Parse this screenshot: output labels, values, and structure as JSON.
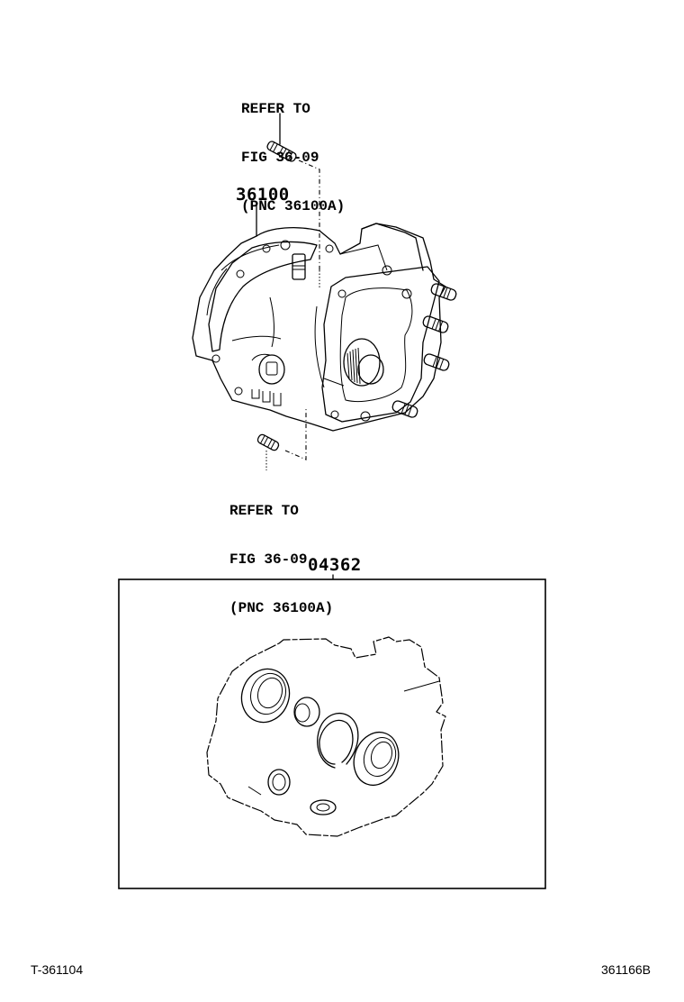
{
  "diagram": {
    "callouts": [
      {
        "id": "top-refer",
        "lines": [
          "REFER TO",
          "FIG 36-09",
          "(PNC 36100A)"
        ]
      },
      {
        "id": "bottom-refer",
        "lines": [
          "REFER TO",
          "FIG 36-09",
          "(PNC 36100A)"
        ]
      }
    ],
    "part_numbers": {
      "assembly": "36100",
      "kit": "04362"
    },
    "footer": {
      "left_code": "T-361104",
      "right_code": "361166B"
    },
    "colors": {
      "background": "#ffffff",
      "line": "#000000"
    }
  }
}
